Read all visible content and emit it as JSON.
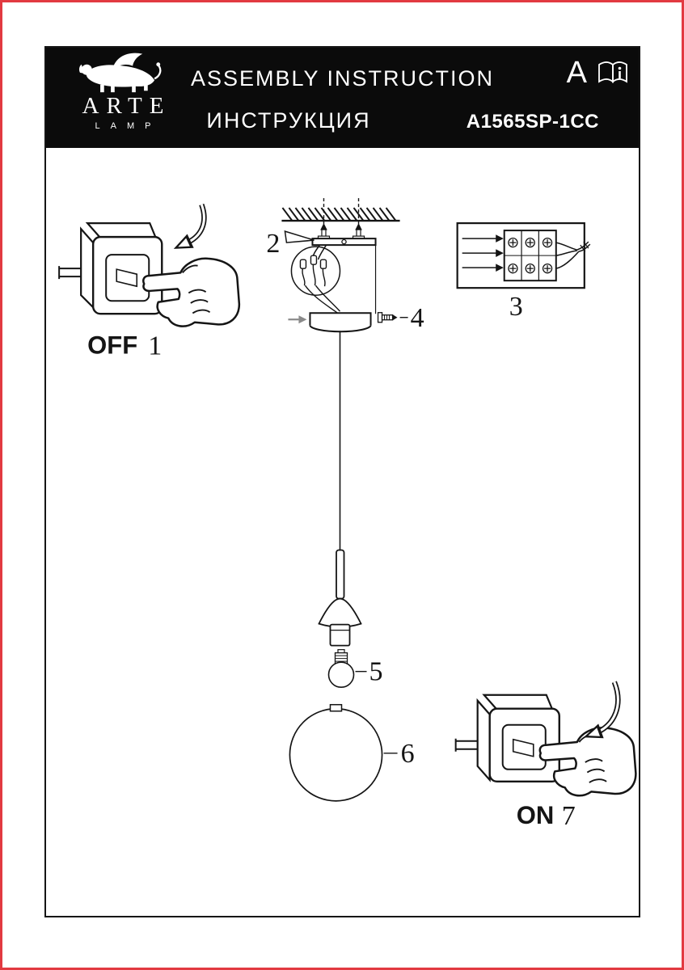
{
  "header": {
    "brand_name": "ARTE",
    "brand_sub": "LAMP",
    "title_en": "ASSEMBLY INSTRUCTION",
    "title_ru": "ИНСТРУКЦИЯ",
    "model": "A1565SP-1CC",
    "revision": "A"
  },
  "steps": {
    "off": {
      "label": "OFF",
      "number": "1"
    },
    "bracket": {
      "number": "2"
    },
    "terminal": {
      "number": "3"
    },
    "screw": {
      "number": "4"
    },
    "bulb": {
      "number": "5"
    },
    "globe": {
      "number": "6"
    },
    "on": {
      "label": "ON",
      "number": "7"
    }
  },
  "icons": {
    "logo": "winged-lion",
    "manual": "open-book-info",
    "hands": "pointing-hand",
    "arrows": "curved-rotate-arrow"
  },
  "colors": {
    "outer_border": "#e23a41",
    "frame": "#151515",
    "header_bg": "#0b0b0b",
    "header_text": "#ffffff",
    "diagram_line": "#151515",
    "accent_gray": "#8a8a8a"
  }
}
